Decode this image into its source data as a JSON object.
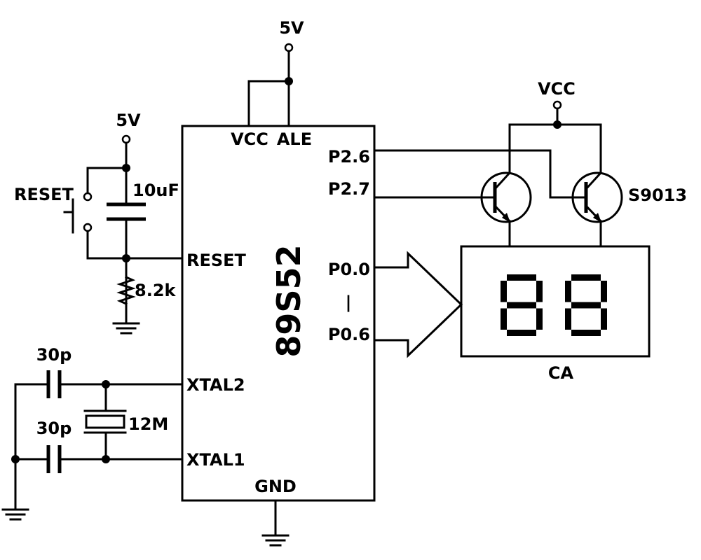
{
  "chip": {
    "name": "89S52"
  },
  "pins": {
    "vcc": "VCC",
    "ale": "ALE",
    "p2_6": "P2.6",
    "p2_7": "P2.7",
    "p0_0": "P0.0",
    "bus_sep": "|",
    "p0_6": "P0.6",
    "reset": "RESET",
    "xtal2": "XTAL2",
    "xtal1": "XTAL1",
    "gnd": "GND"
  },
  "supplies": {
    "top": "5V",
    "reset": "5V",
    "transistors": "VCC"
  },
  "components": {
    "reset_button": "RESET",
    "capacitor": "10uF",
    "resistor": "8.2k",
    "cap_xtal2": "30p",
    "cap_xtal1": "30p",
    "crystal": "12M",
    "transistor": "S9013",
    "display": "CA"
  }
}
